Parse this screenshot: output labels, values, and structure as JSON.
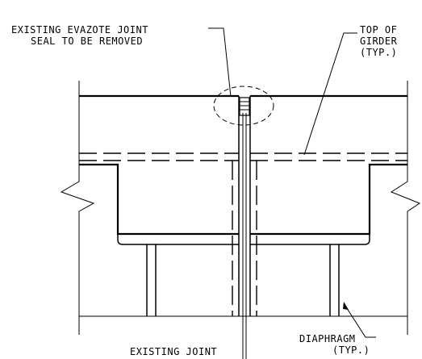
{
  "callouts": {
    "evazote_line1": "EXISTING EVAZOTE JOINT",
    "evazote_line2": "SEAL TO BE REMOVED",
    "girder_line1": "TOP OF",
    "girder_line2": "GIRDER",
    "girder_line3": "(TYP.)",
    "diaphragm_line1": "DIAPHRAGM",
    "diaphragm_line2": "(TYP.)",
    "joint_line1": "EXISTING JOINT"
  }
}
